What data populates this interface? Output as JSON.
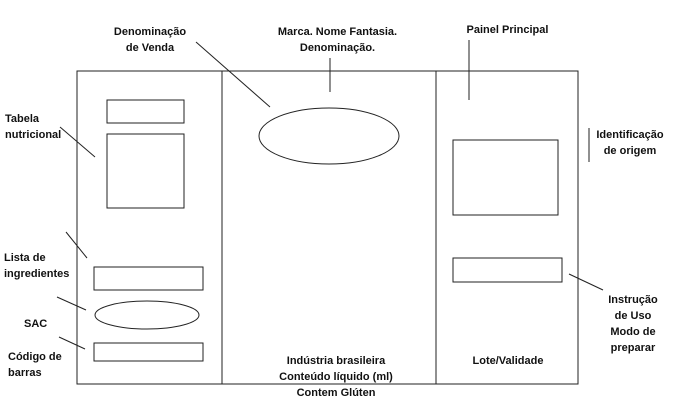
{
  "colors": {
    "stroke": "#222222",
    "background": "#ffffff",
    "text": "#111111"
  },
  "labels": {
    "denominacao_venda": "Denominação\nde Venda",
    "marca": "Marca. Nome Fantasia.\nDenominação.",
    "painel_principal": "Painel Principal",
    "tabela_nutricional": "Tabela\nnutricional",
    "identificacao_origem": "Identificação\nde origem",
    "lista_ingredientes": "Lista de\ningredientes",
    "sac": "SAC",
    "codigo_barras": "Código de\nbarras",
    "instrucao_uso": "Instrução\nde Uso\nModo de\npreparar",
    "rodape_centro": "Indústria brasileira\nConteúdo líquido (ml)\nContem Glúten",
    "lote_validade": "Lote/Validade"
  }
}
